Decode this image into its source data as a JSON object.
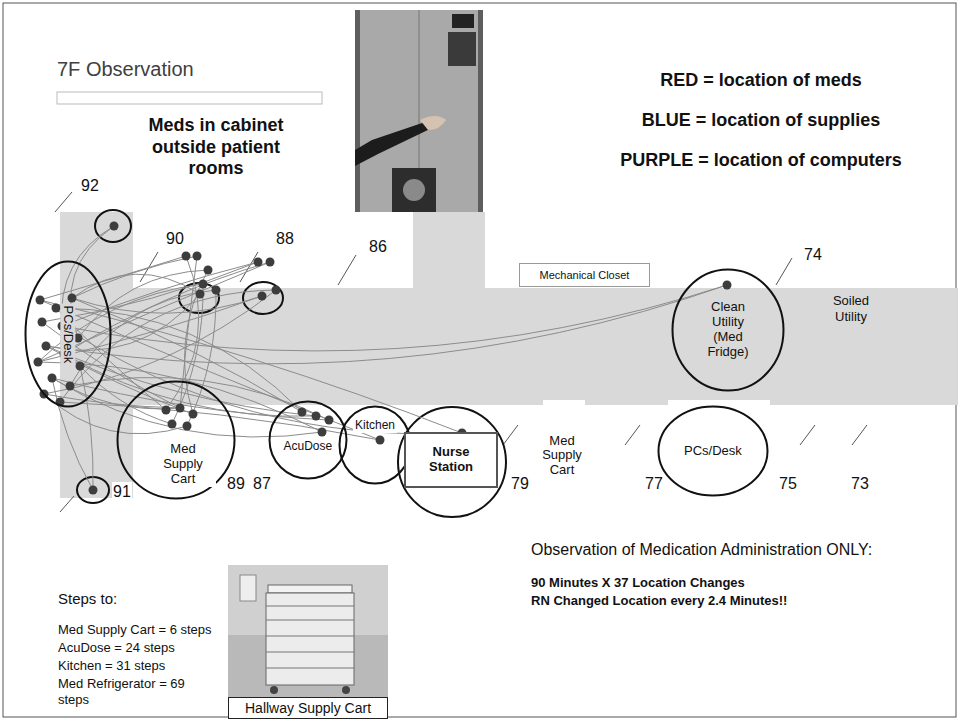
{
  "diagram": {
    "title": "7F Observation",
    "nodes": [
      {
        "text": [
          "Mechanical Closet"
        ]
      },
      {
        "text": [
          "Clean Utility (Med Fridge)"
        ]
      },
      {
        "text": [
          "PCs/Desk"
        ]
      },
      {
        "text": [
          "Med Supply Cart"
        ]
      },
      {
        "text": [
          "AcuDose"
        ]
      },
      {
        "text": [
          "Kitchen"
        ]
      },
      {
        "text": [
          "Nurse Station"
        ]
      },
      {
        "text": [
          "Med Supply Cart"
        ]
      },
      {
        "text": [
          "PCs/Desk"
        ]
      },
      {
        "text": [
          "Hallway Supply Cart"
        ]
      }
    ],
    "labels": [
      "Meds in cabinet outside patient rooms",
      "RED = location of meds",
      "BLUE = location of supplies",
      "PURPLE = location of computers",
      "92",
      "90",
      "88",
      "86",
      "74",
      "Soiled Utility",
      "91",
      "89",
      "87",
      "79",
      "77",
      "75",
      "73",
      "Steps to:",
      "Med Supply Cart = 6 steps",
      "AcuDose = 24 steps",
      "Kitchen = 31 steps",
      "Med Refrigerator = 69 steps",
      "Observation of Medication Administration ONLY:",
      "90 Minutes X 37 Location Changes",
      "RN Changed Location every 2.4 Minutes!!"
    ]
  }
}
